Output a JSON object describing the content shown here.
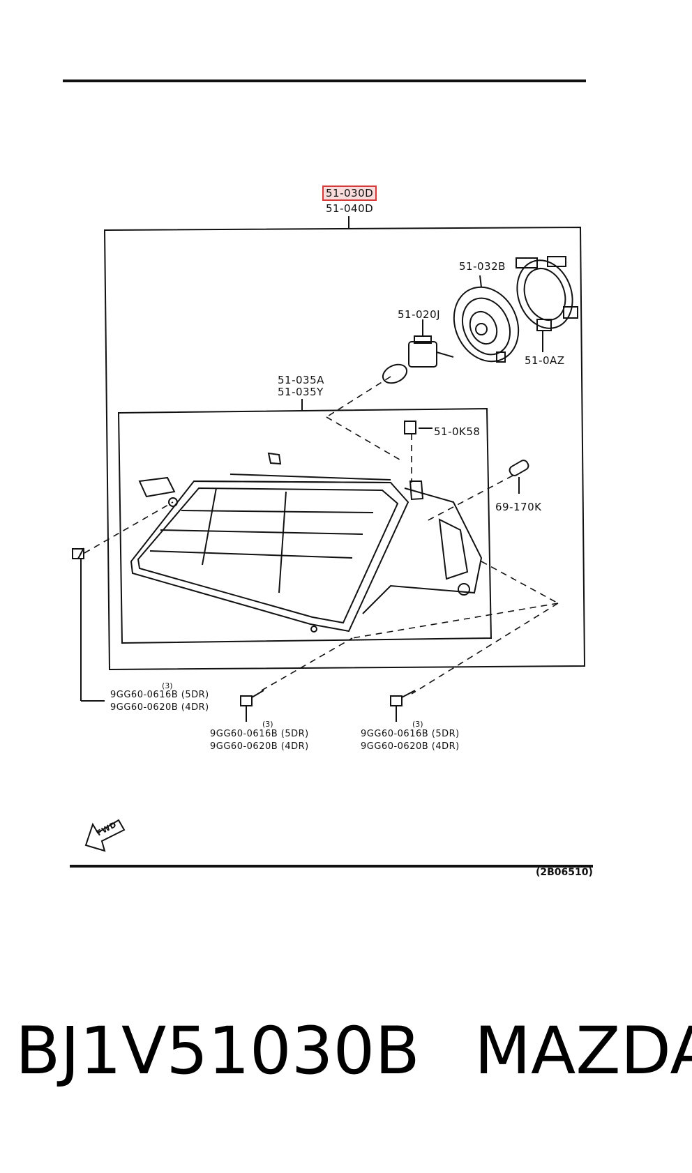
{
  "callouts": {
    "assembly_highlighted": "51-030D",
    "assembly_alt": "51-040D",
    "socket": "51-032B",
    "bulb": "51-020J",
    "retainer": "51-0AZ",
    "lens_a": "51-035A",
    "lens_y": "51-035Y",
    "clip": "51-0K58",
    "side_bulb": "69-170K"
  },
  "bolts": [
    {
      "qty": "(3)",
      "line1": "9GG60-0616B (5DR)",
      "line2": "9GG60-0620B (4DR)"
    },
    {
      "qty": "(3)",
      "line1": "9GG60-0616B (5DR)",
      "line2": "9GG60-0620B (4DR)"
    },
    {
      "qty": "(3)",
      "line1": "9GG60-0616B (5DR)",
      "line2": "9GG60-0620B (4DR)"
    }
  ],
  "fwd_label": "FWD",
  "diagram_ref": "(2B06510)",
  "footer": {
    "part_number": "BJ1V51030B",
    "brand": "MAZDA"
  },
  "colors": {
    "highlight": "#d43a3a",
    "ink": "#111111"
  }
}
